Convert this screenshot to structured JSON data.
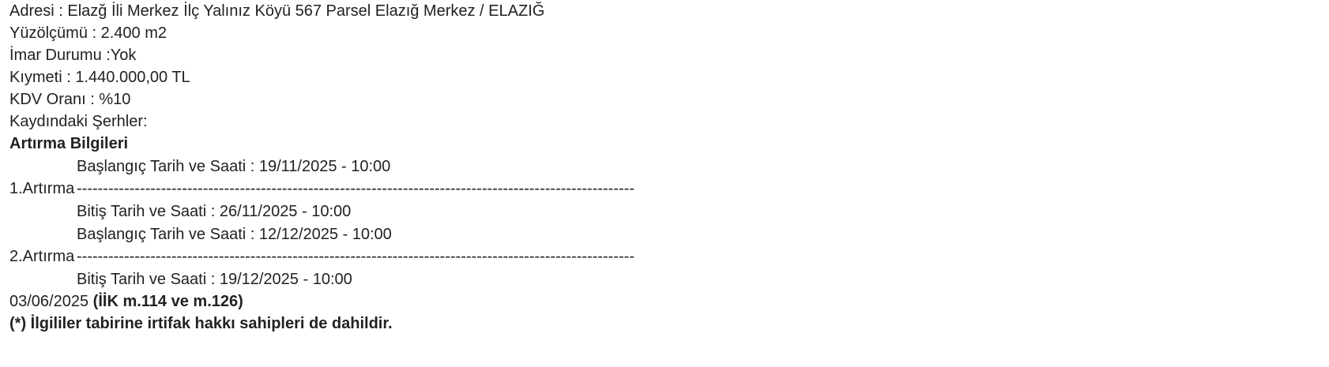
{
  "property": {
    "address": "Adresi : Elazğ İli Merkez İlç Yalınız Köyü 567 Parsel Elazığ Merkez / ELAZIĞ",
    "area": "Yüzölçümü : 2.400 m2",
    "zoning": "İmar Durumu :Yok",
    "value": "Kıymeti : 1.440.000,00 TL",
    "vat": "KDV Oranı : %10",
    "annotations": "Kaydındaki Şerhler:"
  },
  "auction": {
    "heading": "Artırma Bilgileri",
    "rounds": [
      {
        "label": "1.Artırma",
        "start": "Başlangıç Tarih ve Saati : 19/11/2025 - 10:00",
        "end": "Bitiş Tarih ve Saati : 26/11/2025 - 10:00",
        "separator": "----------------------------------------------------------------------------------------------------------"
      },
      {
        "label": "2.Artırma",
        "start": "Başlangıç Tarih ve Saati : 12/12/2025 - 10:00",
        "end": "Bitiş Tarih ve Saati : 19/12/2025 - 10:00",
        "separator": "----------------------------------------------------------------------------------------------------------"
      }
    ]
  },
  "footer": {
    "date": "03/06/2025",
    "law_ref": "(İİK m.114 ve m.126)",
    "note": "(*) İlgililer tabirine irtifak hakkı sahipleri de dahildir."
  }
}
